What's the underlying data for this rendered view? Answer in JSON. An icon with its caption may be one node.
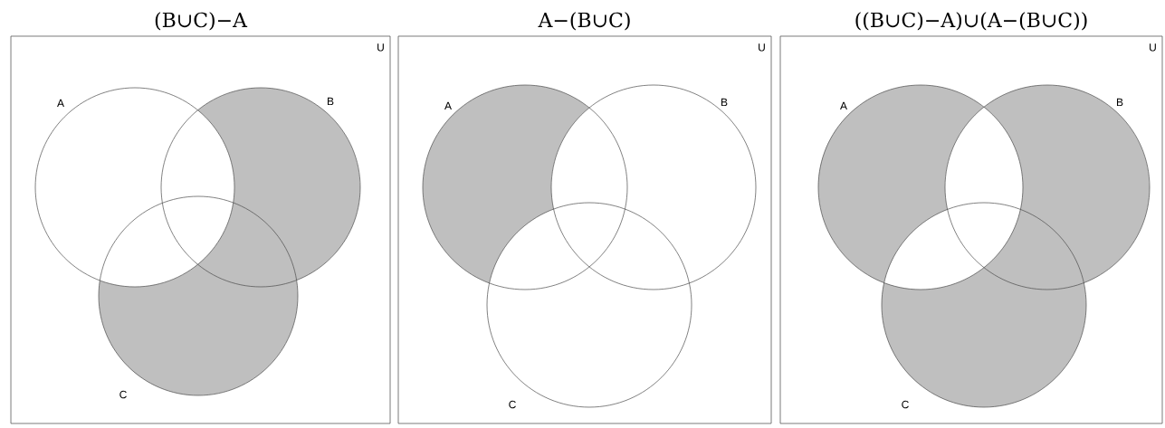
{
  "diagram": {
    "nodes": [
      {
        "text": [
          "(B∪C)−A",
          "U"
        ]
      },
      {
        "text": [
          "A"
        ],
        "in": 0
      },
      {
        "text": [
          "B"
        ],
        "in": 0
      },
      {
        "text": [
          "C"
        ],
        "in": 0
      },
      {
        "text": [
          "A−(B∪C)",
          "U"
        ]
      },
      {
        "text": [
          "A"
        ],
        "in": 4
      },
      {
        "text": [
          "B"
        ],
        "in": 4
      },
      {
        "text": [
          "C"
        ],
        "in": 4
      },
      {
        "text": [
          "((B∪C)−A)∪(A−(B∪C))",
          "U"
        ]
      },
      {
        "text": [
          "A"
        ],
        "in": 8
      },
      {
        "text": [
          "B"
        ],
        "in": 8
      },
      {
        "text": [
          "C"
        ],
        "in": 8
      }
    ]
  }
}
